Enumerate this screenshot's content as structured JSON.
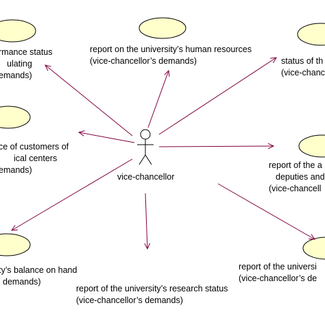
{
  "actor": {
    "label": "vice-chancellor"
  },
  "use_cases": [
    {
      "id": "performance",
      "lines": [
        "rmance status",
        "ulating",
        "emands)"
      ]
    },
    {
      "id": "human_resources",
      "lines": [
        "report on the university’s human resources",
        "(vice-chancellor’s demands)"
      ]
    },
    {
      "id": "status_top_right",
      "lines": [
        "status of th",
        "(vice-chanc"
      ]
    },
    {
      "id": "customers",
      "lines": [
        "ce of customers of",
        "ical centers",
        "emands)"
      ]
    },
    {
      "id": "deputies",
      "lines": [
        "report of the a",
        "deputies and",
        "(vice-chancell"
      ]
    },
    {
      "id": "balance",
      "lines": [
        "ty’s balance on hand",
        "demands)"
      ]
    },
    {
      "id": "research",
      "lines": [
        "report of the university’s research status",
        "(vice-chancellor’s demands)"
      ]
    },
    {
      "id": "university_bottom_right",
      "lines": [
        "report of the universi",
        "(vice-chancellor’s de"
      ]
    }
  ],
  "colors": {
    "usecase_fill": "#ffffcc",
    "usecase_stroke": "#000000",
    "association": "#800040",
    "text": "#000000"
  }
}
